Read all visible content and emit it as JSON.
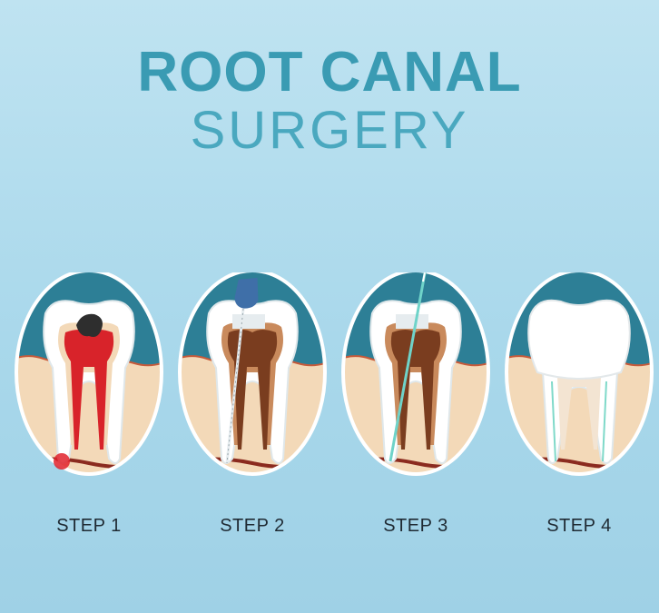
{
  "title": {
    "line1": "ROOT CANAL",
    "line2": "SURGERY"
  },
  "steps": [
    {
      "label": "STEP 1"
    },
    {
      "label": "STEP 2"
    },
    {
      "label": "STEP 3"
    },
    {
      "label": "STEP 4"
    }
  ],
  "colors": {
    "background": "#a9d8eb",
    "title": "#3a9bb3",
    "oval_backdrop": "#2d7f96",
    "gum": "#f3d9b8",
    "enamel": "#ffffff",
    "pulp_infected": "#d8232a",
    "pulp_cleaned": "#7a3d1f",
    "decay": "#2e2e2e",
    "file_tool": "#3f6fa8",
    "filler_tool": "#6fd3c9"
  }
}
